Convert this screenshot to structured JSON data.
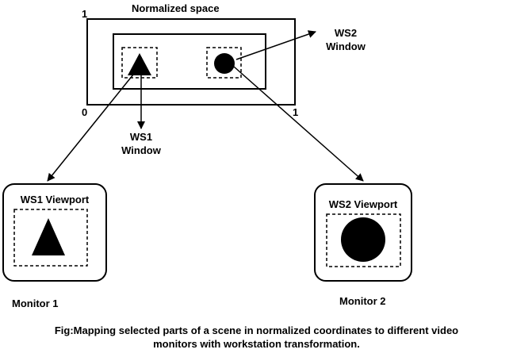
{
  "normalized_space": {
    "title": "Normalized space",
    "axis_top_left": "1",
    "axis_origin": "0",
    "axis_bottom_right": "1"
  },
  "ws1_window": {
    "line1": "WS1",
    "line2": "Window",
    "shape": "triangle-icon"
  },
  "ws2_window": {
    "line1": "WS2",
    "line2": "Window",
    "shape": "circle-icon"
  },
  "ws1_viewport": {
    "label": "WS1 Viewport",
    "monitor_label": "Monitor 1"
  },
  "ws2_viewport": {
    "label": "WS2 Viewport",
    "monitor_label": "Monitor 2"
  },
  "caption": {
    "line1": "Fig:Mapping selected parts of a scene in normalized coordinates to different video",
    "line2": "monitors with workstation transformation."
  },
  "colors": {
    "stroke": "#000000",
    "fill": "#000000",
    "background": "#ffffff"
  }
}
